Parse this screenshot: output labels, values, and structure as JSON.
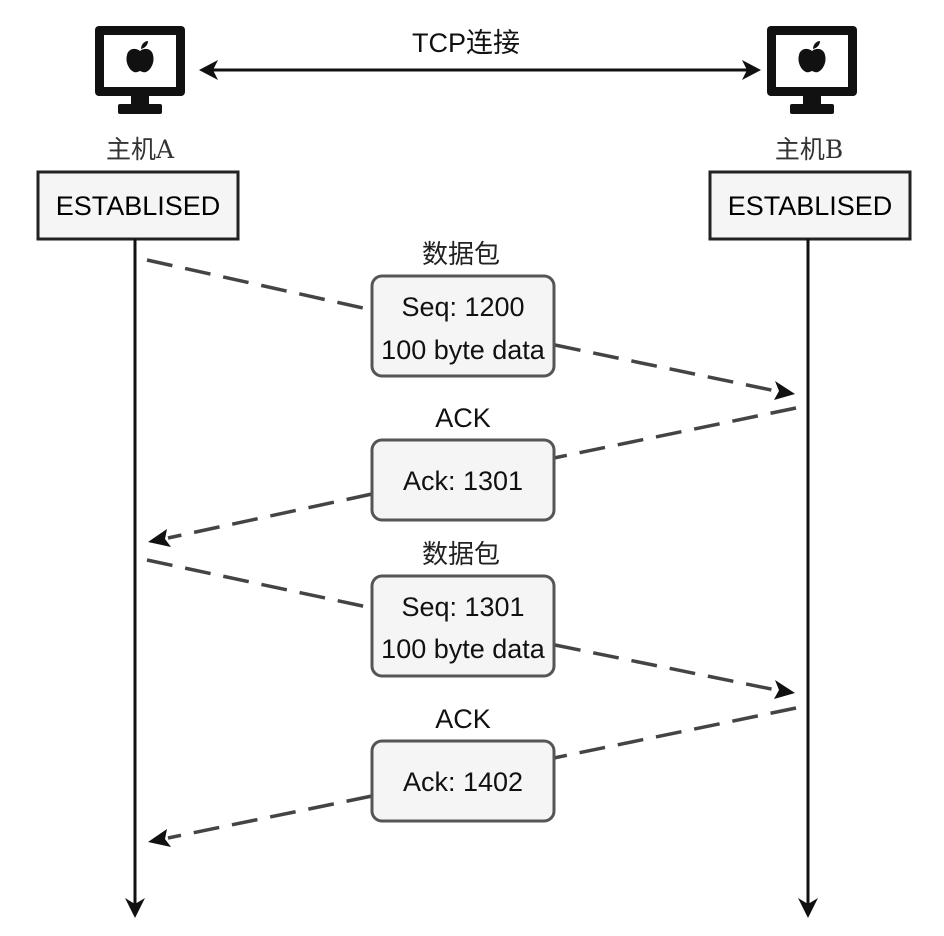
{
  "connection_label": "TCP连接",
  "host_a": {
    "name": "主机A",
    "state": "ESTABLISED",
    "icon": "apple-computer-icon"
  },
  "host_b": {
    "name": "主机B",
    "state": "ESTABLISED",
    "icon": "apple-computer-icon"
  },
  "messages": [
    {
      "title": "数据包",
      "lines": [
        "Seq: 1200",
        "100 byte data"
      ],
      "direction": "A→B"
    },
    {
      "title": "ACK",
      "lines": [
        "Ack: 1301"
      ],
      "direction": "B→A"
    },
    {
      "title": "数据包",
      "lines": [
        "Seq: 1301",
        "100 byte data"
      ],
      "direction": "A→B"
    },
    {
      "title": "ACK",
      "lines": [
        "Ack: 1402"
      ],
      "direction": "B→A"
    }
  ],
  "colors": {
    "line": "#111111",
    "dashed_arrow": "#444444",
    "box_fill": "#f5f5f5",
    "monitor": "#111111"
  }
}
